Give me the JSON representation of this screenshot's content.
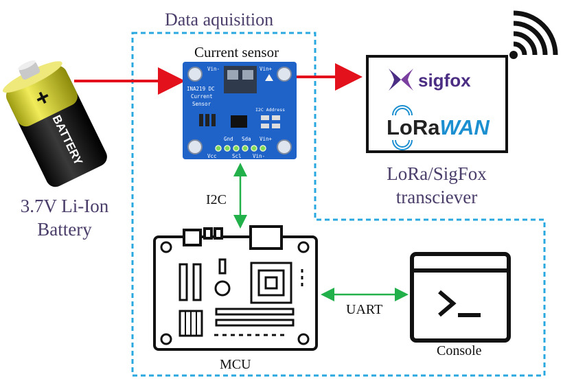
{
  "title": "Data aquisition",
  "battery": {
    "label_line1": "3.7V Li-Ion",
    "label_line2": "Battery",
    "body_text": "BATTERY",
    "plus_sign": "+"
  },
  "current_sensor": {
    "caption": "Current sensor",
    "board_title": "INA219 DC",
    "board_sub1": "Current",
    "board_sub2": "Sensor",
    "pin_vin_minus": "Vin-",
    "pin_vin_plus": "Vin+",
    "i2c_address": "I2C Address",
    "pins": [
      "Gnd",
      "Sda",
      "Vin+",
      "Vcc",
      "Scl",
      "Vin-"
    ]
  },
  "transceiver": {
    "brand1": "sigfox",
    "brand2_part1": "LoRa",
    "brand2_part2": "WAN",
    "label_line1": "LoRa/SigFox",
    "label_line2": "transciever"
  },
  "links": {
    "i2c": "I2C",
    "uart": "UART"
  },
  "mcu": {
    "label": "MCU"
  },
  "console": {
    "label": "Console",
    "prompt": ">_"
  },
  "colors": {
    "title": "#4a3d6a",
    "dashed_border": "#29a8e0",
    "power_arrow": "#e3111b",
    "bus_arrow": "#22b04a",
    "board": "#1f63c9",
    "battery_body": "#d8d22a",
    "sigfox_purple": "#4b2e83",
    "lorawan_blue": "#1c8fd1"
  }
}
